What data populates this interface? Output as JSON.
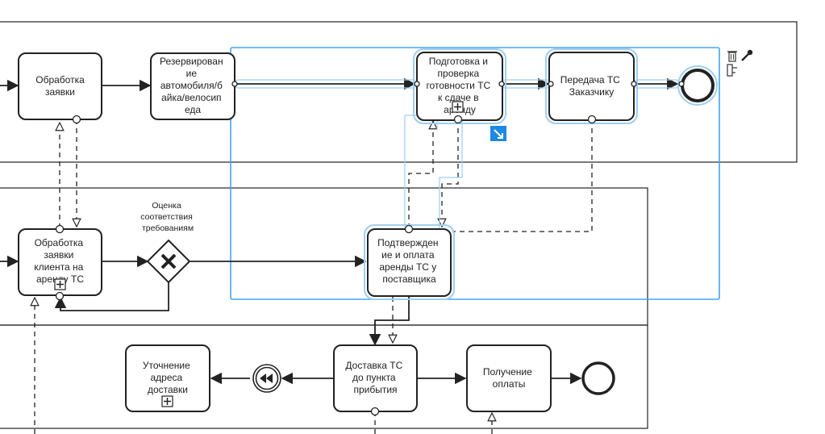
{
  "tasks": {
    "t1": [
      "Обработка",
      "заявки"
    ],
    "t2": [
      "Резервирован",
      "ие",
      "автомобиля/б",
      "айка/велосип",
      "еда"
    ],
    "t3": [
      "Подготовка и",
      "проверка",
      "готовности ТС",
      "к сдаче в",
      "аренду"
    ],
    "t4": [
      "Передача ТС",
      "Заказчику"
    ],
    "t5": [
      "Обработка",
      "заявки",
      "клиента на",
      "аренду ТС"
    ],
    "t6": [
      "Подтвержден",
      "ие и оплата",
      "аренды ТС у",
      "поставщика"
    ],
    "t7": [
      "Уточнение",
      "адреса",
      "доставки"
    ],
    "t8": [
      "Доставка ТС",
      "до пункта",
      "прибытия"
    ],
    "t9": [
      "Получение",
      "оплаты"
    ]
  },
  "gateway_label": [
    "Оценка",
    "соответствия",
    "требованиям"
  ],
  "icons": {
    "trash": "trash-icon",
    "wrench": "wrench-icon",
    "replace": "replace-icon",
    "append": "append-arrow-icon",
    "subprocess": "subprocess-plus-icon",
    "gateway": "exclusive-gateway-x",
    "compensate": "compensation-event-icon"
  },
  "colors": {
    "selection": "#42a5f5",
    "selected_glow": "#9ecff5",
    "append_button": "#1e88e5",
    "stroke": "#222222"
  }
}
